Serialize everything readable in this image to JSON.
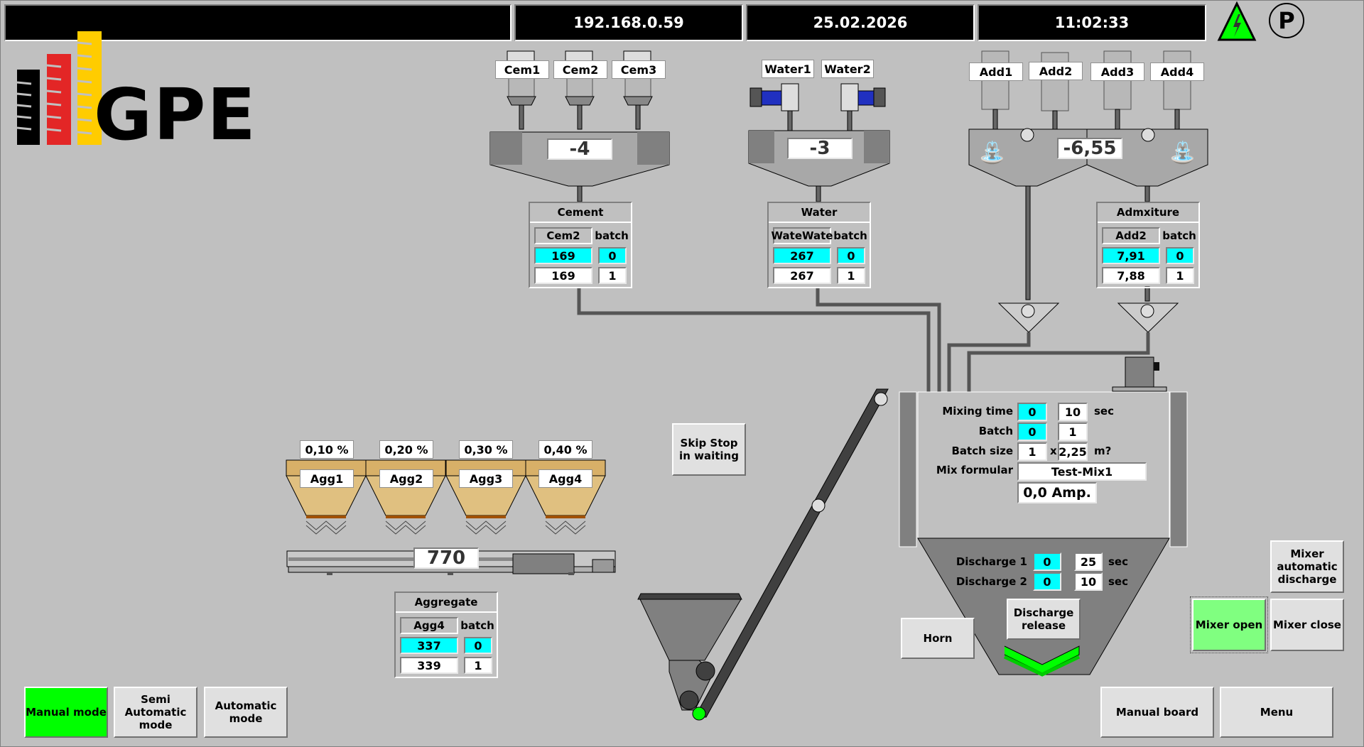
{
  "header": {
    "title_bar": "",
    "ip_address": "192.168.0.59",
    "date": "25.02.2026",
    "time": "11:02:33",
    "status_icons": [
      "high-voltage-warning-icon",
      "parking-icon"
    ],
    "power_indicator_color": "#00ff00",
    "parking_label": "P"
  },
  "logo": {
    "text": "GPE",
    "colors": [
      "#000000",
      "#e32626",
      "#ffcc00"
    ]
  },
  "cement": {
    "silos": [
      "Cem1",
      "Cem2",
      "Cem3"
    ],
    "scale_value": "-4",
    "panel": {
      "title": "Cement",
      "material": "Cem2",
      "batch_label": "batch",
      "actual": "169",
      "batch_actual": "0",
      "target": "169",
      "batch_target": "1"
    }
  },
  "water": {
    "valves": [
      "Water1",
      "Water2"
    ],
    "scale_value": "-3",
    "panel": {
      "title": "Water",
      "material": "WateWate",
      "batch_label": "batch",
      "actual": "267",
      "batch_actual": "0",
      "target": "267",
      "batch_target": "1"
    }
  },
  "admixture": {
    "tanks": [
      "Add1",
      "Add2",
      "Add3",
      "Add4"
    ],
    "scale_value": "-6,55",
    "panel": {
      "title": "Admxiture",
      "material": "Add2",
      "batch_label": "batch",
      "actual": "7,91",
      "batch_actual": "0",
      "target": "7,88",
      "batch_target": "1"
    }
  },
  "aggregate": {
    "bins": [
      {
        "name": "Agg1",
        "moisture": "0,10 %"
      },
      {
        "name": "Agg2",
        "moisture": "0,20 %"
      },
      {
        "name": "Agg3",
        "moisture": "0,30 %"
      },
      {
        "name": "Agg4",
        "moisture": "0,40 %"
      }
    ],
    "conveyor_value": "770",
    "panel": {
      "title": "Aggregate",
      "material": "Agg4",
      "batch_label": "batch",
      "actual": "337",
      "batch_actual": "0",
      "target": "339",
      "batch_target": "1"
    }
  },
  "skip": {
    "button_label": "Skip Stop in waiting"
  },
  "mixer": {
    "mixing_time_label": "Mixing time",
    "mixing_time_actual": "0",
    "mixing_time_set": "10",
    "mixing_time_unit": "sec",
    "batch_label": "Batch",
    "batch_actual": "0",
    "batch_set": "1",
    "batch_size_label": "Batch size",
    "batch_size_count": "1",
    "batch_size_x": "x",
    "batch_size_volume": "2,25",
    "batch_size_unit": "m?",
    "mix_formular_label": "Mix formular",
    "mix_formular_value": "Test-Mix1",
    "current": "0,0 Amp.",
    "discharge1_label": "Discharge 1",
    "discharge1_actual": "0",
    "discharge1_set": "25",
    "discharge1_unit": "sec",
    "discharge2_label": "Discharge 2",
    "discharge2_actual": "0",
    "discharge2_set": "10",
    "discharge2_unit": "sec",
    "discharge_release_label": "Discharge release"
  },
  "buttons": {
    "horn": "Horn",
    "mixer_auto_discharge": "Mixer automatic discharge",
    "mixer_open": "Mixer open",
    "mixer_close": "Mixer close",
    "manual_mode": "Manual mode",
    "semi_automatic_mode": "Semi Automatic mode",
    "automatic_mode": "Automatic mode",
    "manual_board": "Manual board",
    "menu": "Menu"
  },
  "colors": {
    "active_mode": "#00ff00",
    "mixer_open_active": "#80ff80",
    "actual_value_bg": "#00ffff",
    "background": "#c0c0c0"
  }
}
